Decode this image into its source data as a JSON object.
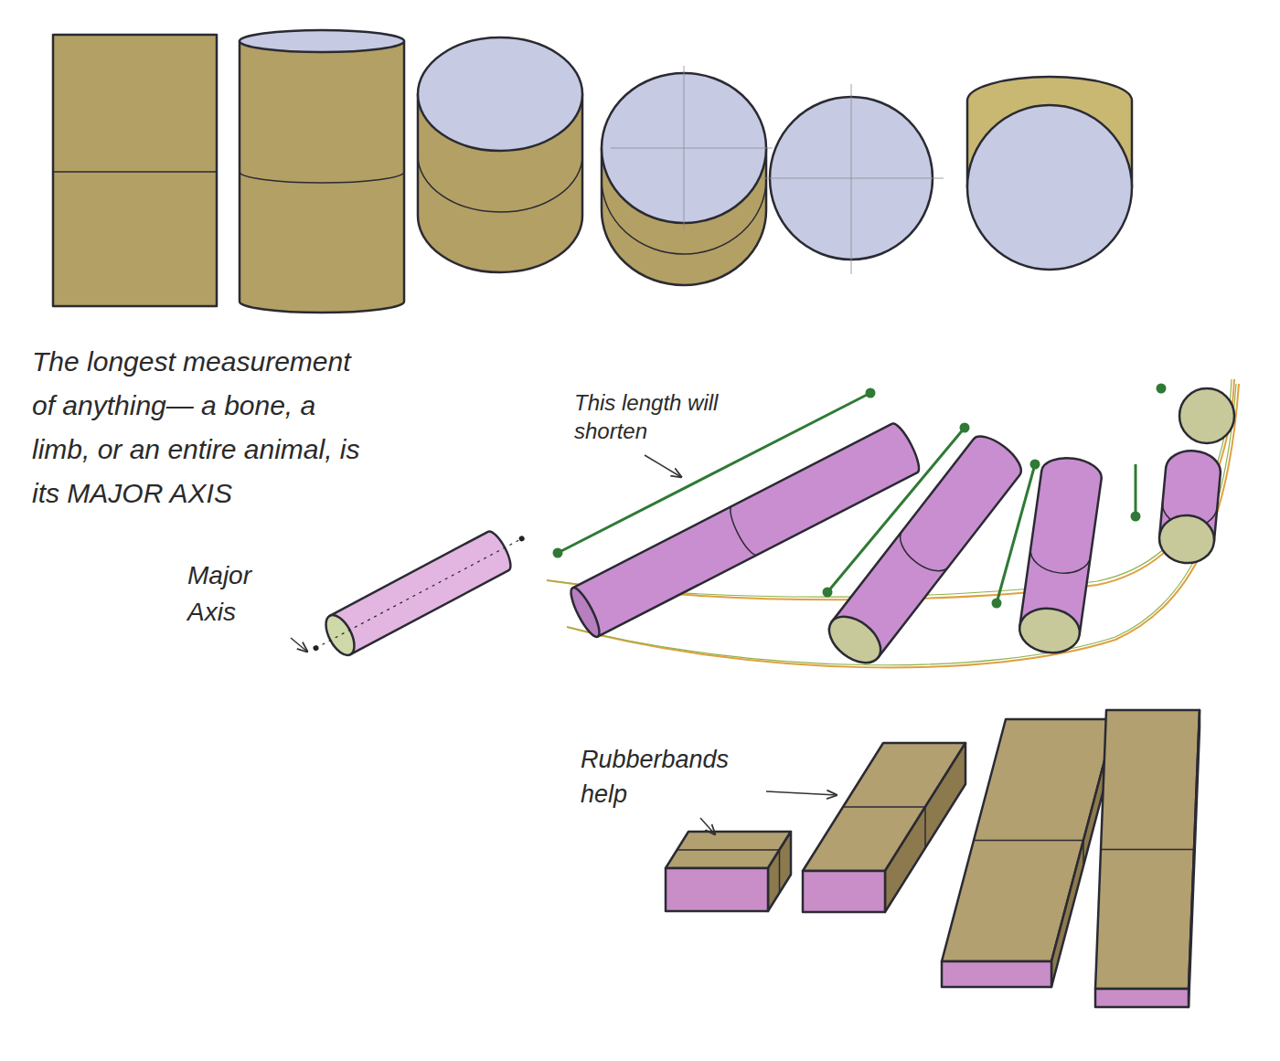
{
  "diagram": {
    "labels": [
      "The longest measurement of anything— a bone, a limb, or an entire animal, is its MAJOR AXIS",
      "Major Axis",
      "This length will shorten",
      "Rubberbands help"
    ]
  }
}
